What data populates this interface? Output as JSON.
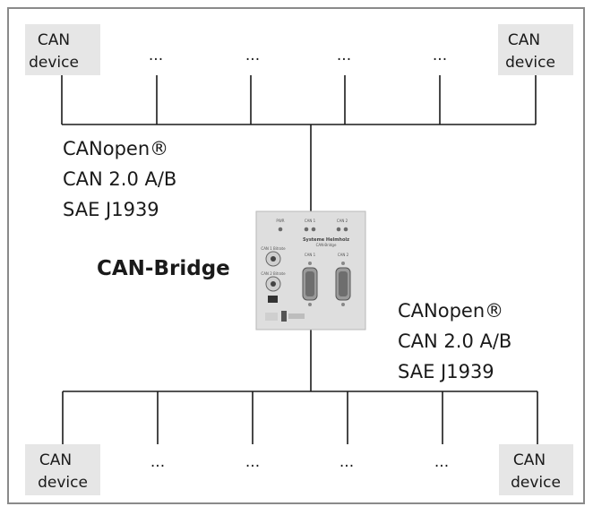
{
  "diagram": {
    "device_label_line1": "CAN",
    "device_label_line2": "device",
    "ellipsis": "...",
    "bridge_title": "CAN-Bridge",
    "top_protocols": [
      "CANopen®",
      "CAN 2.0 A/B",
      "SAE J1939"
    ],
    "bottom_protocols": [
      "CANopen®",
      "CAN 2.0 A/B",
      "SAE J1939"
    ],
    "panel": {
      "led_groups": [
        "PWR",
        "CAN 1",
        "CAN 2"
      ],
      "brand_line1": "Systeme Helmholz",
      "brand_line2": "CAN-Bridge",
      "port_labels": [
        "CAN 1",
        "CAN 2"
      ],
      "switch_labels": [
        "CAN 1 Bitrate",
        "CAN 2 Bitrate"
      ]
    },
    "colors": {
      "device_box": "#e6e6e6",
      "border": "#8a8a8a",
      "line": "#1a1a1a",
      "panel": "#dedede"
    }
  }
}
